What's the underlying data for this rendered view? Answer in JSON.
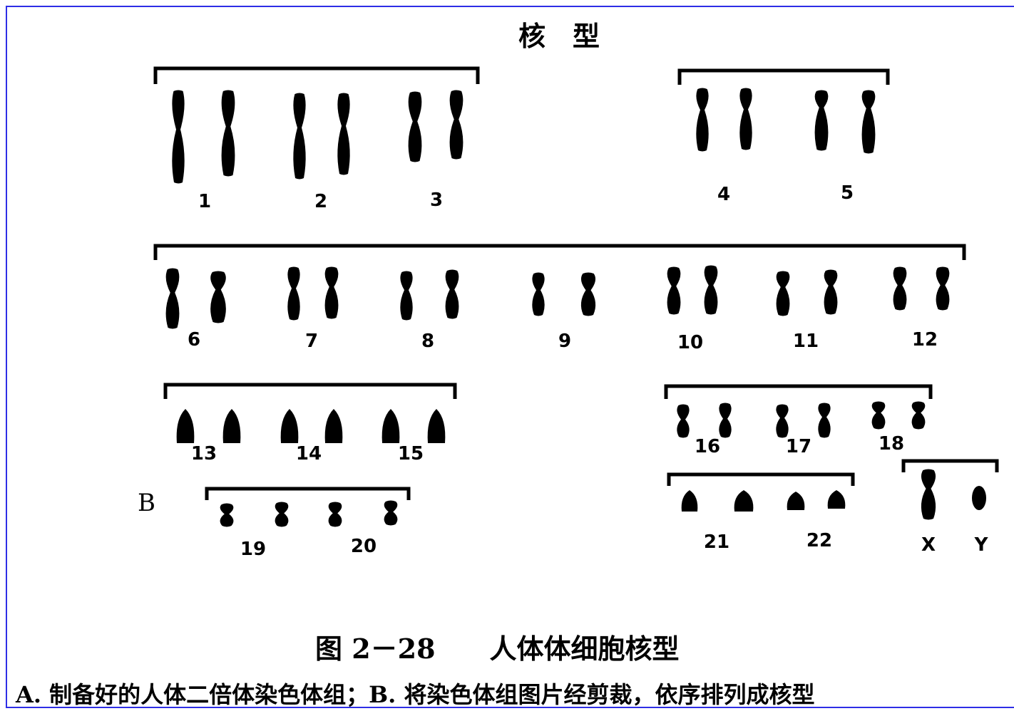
{
  "figure": {
    "heading": "核　型",
    "panel_label": "B",
    "caption": "图 2－28　　人体体细胞核型",
    "description": "A. 制备好的人体二倍体染色体组；B. 将染色体组图片经剪裁，依序排列成核型"
  },
  "chromosome_labels": [
    "1",
    "2",
    "3",
    "4",
    "5",
    "6",
    "7",
    "8",
    "9",
    "10",
    "11",
    "12",
    "13",
    "14",
    "15",
    "16",
    "17",
    "18",
    "19",
    "20",
    "21",
    "22",
    "X",
    "Y"
  ],
  "colors": {
    "ink": "#000000",
    "frame": "#2e2ee6",
    "background": "#ffffff"
  }
}
